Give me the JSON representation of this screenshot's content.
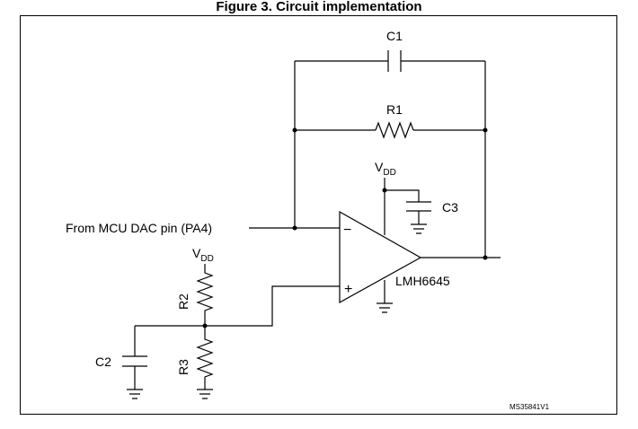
{
  "title": "Figure 3. Circuit implementation",
  "labels": {
    "c1": "C1",
    "r1": "R1",
    "c2": "C2",
    "c3": "C3",
    "r2": "R2",
    "r3": "R3",
    "vdd_main": "V",
    "vdd_main_sub": "DD",
    "vdd_div": "V",
    "vdd_div_sub": "DD",
    "opamp": "LMH6645",
    "input": "From MCU DAC pin (PA4)",
    "minus": "−",
    "plus": "+",
    "code": "MS35841V1"
  }
}
